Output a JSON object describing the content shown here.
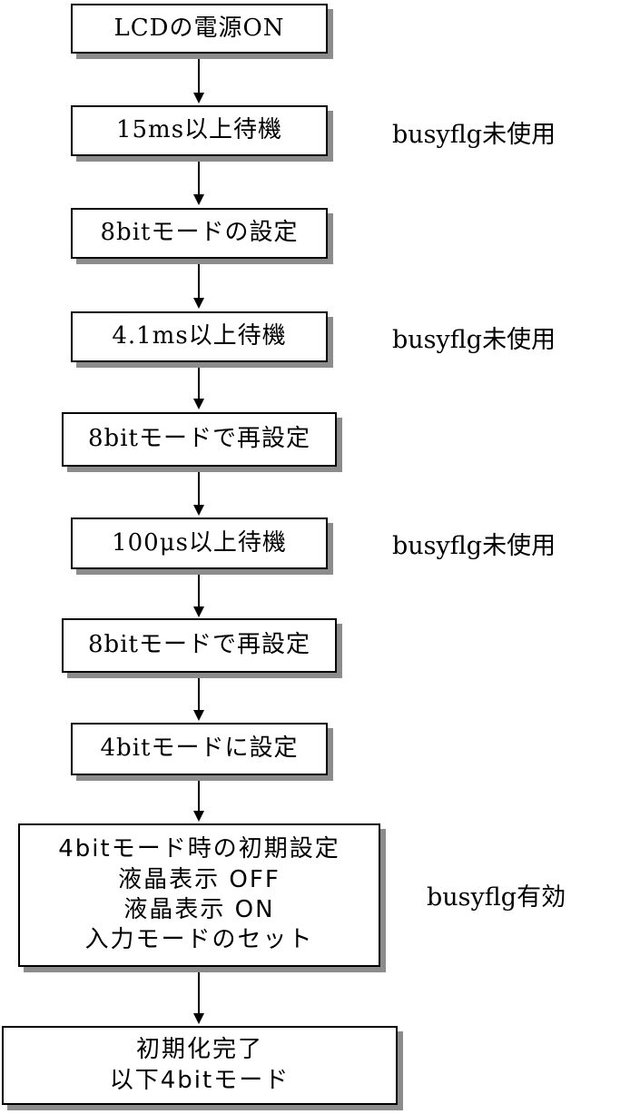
{
  "steps": [
    {
      "lines": [
        "LCDの電源ON"
      ]
    },
    {
      "lines": [
        "15ms以上待機"
      ]
    },
    {
      "lines": [
        "8bitモードの設定"
      ]
    },
    {
      "lines": [
        "4.1ms以上待機"
      ]
    },
    {
      "lines": [
        "8bitモードで再設定"
      ]
    },
    {
      "lines": [
        "100μs以上待機"
      ]
    },
    {
      "lines": [
        "8bitモードで再設定"
      ]
    },
    {
      "lines": [
        "4bitモードに設定"
      ]
    },
    {
      "lines": [
        "4bitモード時の初期設定",
        "液晶表示 OFF",
        "液晶表示 ON",
        "入力モードのセット"
      ]
    },
    {
      "lines": [
        "初期化完了",
        "以下4bitモード"
      ]
    }
  ],
  "notes": [
    "busyflg未使用",
    "busyflg未使用",
    "busyflg未使用",
    "busyflg有効"
  ]
}
